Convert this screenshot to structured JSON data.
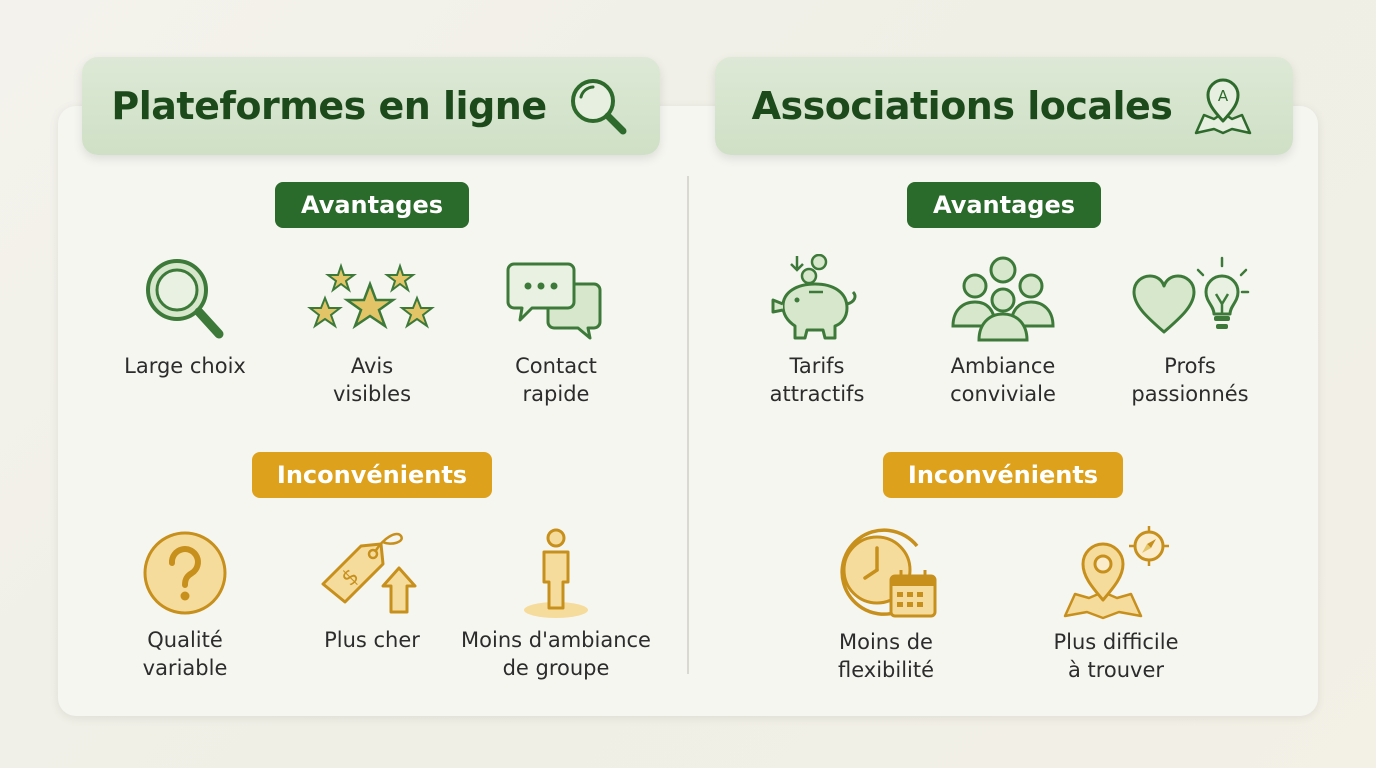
{
  "left": {
    "title": "Plateformes en ligne",
    "icon": "magnifier-icon",
    "advantages_label": "Avantages",
    "advantages": [
      {
        "label": "Large choix",
        "icon": "magnifier-icon"
      },
      {
        "label": "Avis\nvisibles",
        "icon": "stars-icon"
      },
      {
        "label": "Contact\nrapide",
        "icon": "chat-bubbles-icon"
      }
    ],
    "drawbacks_label": "Inconvénients",
    "drawbacks": [
      {
        "label": "Qualité\nvariable",
        "icon": "question-icon"
      },
      {
        "label": "Plus cher",
        "icon": "price-tag-up-icon"
      },
      {
        "label": "Moins d'ambiance\nde groupe",
        "icon": "single-person-icon"
      }
    ]
  },
  "right": {
    "title": "Associations locales",
    "icon": "map-pin-icon",
    "advantages_label": "Avantages",
    "advantages": [
      {
        "label": "Tarifs\nattractifs",
        "icon": "piggy-bank-icon"
      },
      {
        "label": "Ambiance\nconviviale",
        "icon": "group-icon"
      },
      {
        "label": "Profs\npassionnés",
        "icon": "heart-lightbulb-icon"
      }
    ],
    "drawbacks_label": "Inconvénients",
    "drawbacks": [
      {
        "label": "Moins de\nflexibilité",
        "icon": "clock-calendar-icon"
      },
      {
        "label": "Plus difficile\nà trouver",
        "icon": "map-compass-icon"
      }
    ]
  },
  "colors": {
    "green_dark": "#2a6a2a",
    "green_title": "#1d4a1b",
    "green_icon": "#3d7a3a",
    "green_fill": "#cfe3c5",
    "gold": "#dea11b",
    "gold_icon": "#c7901d",
    "gold_fill": "#f6dc9c"
  }
}
